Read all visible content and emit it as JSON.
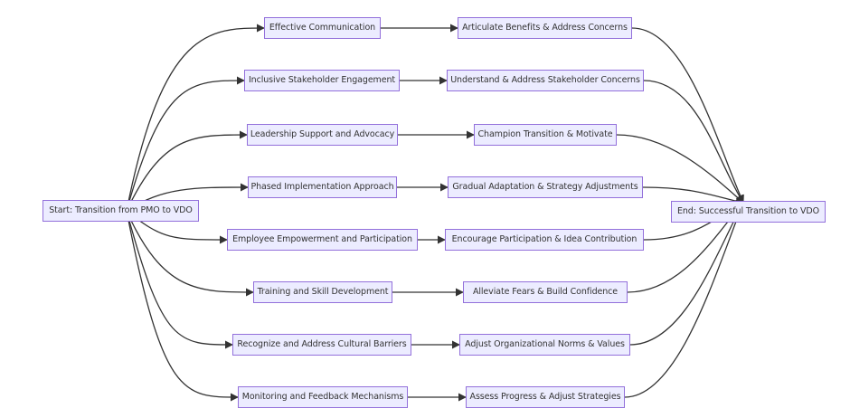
{
  "flowchart": {
    "start": "Start: Transition from PMO to VDO",
    "end": "End: Successful Transition to VDO",
    "strategies": [
      {
        "label": "Effective Communication",
        "outcome": "Articulate Benefits & Address Concerns"
      },
      {
        "label": "Inclusive Stakeholder Engagement",
        "outcome": "Understand & Address Stakeholder Concerns"
      },
      {
        "label": "Leadership Support and Advocacy",
        "outcome": "Champion Transition & Motivate"
      },
      {
        "label": "Phased Implementation Approach",
        "outcome": "Gradual Adaptation & Strategy Adjustments"
      },
      {
        "label": "Employee Empowerment and Participation",
        "outcome": "Encourage Participation & Idea Contribution"
      },
      {
        "label": "Training and Skill Development",
        "outcome": "Alleviate Fears & Build Confidence"
      },
      {
        "label": "Recognize and Address Cultural Barriers",
        "outcome": "Adjust Organizational Norms & Values"
      },
      {
        "label": "Monitoring and Feedback Mechanisms",
        "outcome": "Assess Progress & Adjust Strategies"
      }
    ]
  }
}
